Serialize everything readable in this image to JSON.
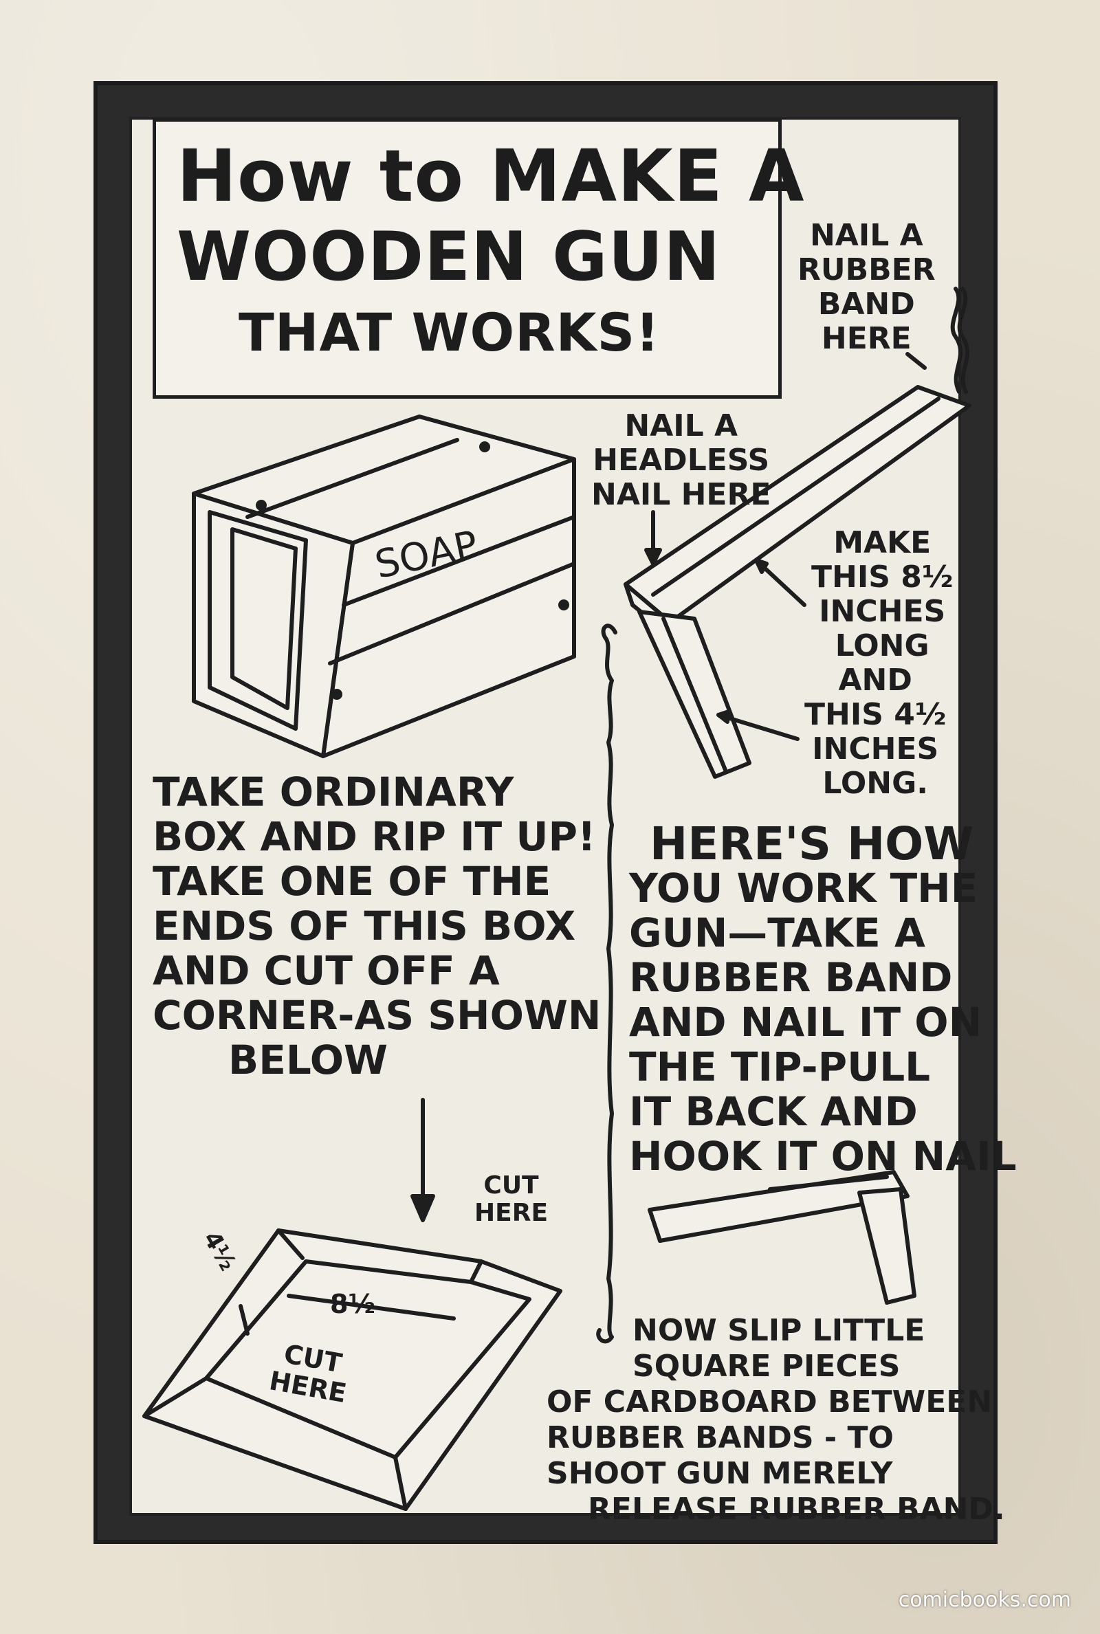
{
  "title": {
    "line1": "How to MAKE A",
    "line2": "WOODEN GUN",
    "line3": "THAT WORKS!"
  },
  "notes": {
    "rubber_band": [
      "NAIL A",
      "RUBBER",
      "BAND",
      "HERE"
    ],
    "headless_nail": [
      "NAIL A",
      "HEADLESS",
      "NAIL HERE"
    ],
    "make_long": [
      "MAKE",
      "THIS 8½",
      "INCHES",
      "LONG"
    ],
    "and_short": [
      "AND",
      "THIS 4½",
      "INCHES",
      "LONG."
    ],
    "box_label": "SOAP",
    "cut_here_top": [
      "CUT",
      "HERE"
    ],
    "cut_here_bottom": [
      "CUT",
      "HERE"
    ],
    "dim_long": "8½",
    "dim_short": "4½"
  },
  "instructions_left": [
    "TAKE    ORDINARY",
    "BOX AND RIP IT UP!",
    "TAKE ONE OF THE",
    "ENDS OF THIS BOX",
    "AND CUT OFF A",
    "CORNER-AS SHOWN",
    "BELOW"
  ],
  "instructions_right": [
    "HERE'S HOW",
    "YOU WORK THE",
    "GUN—TAKE A",
    "RUBBER BAND",
    "AND NAIL IT ON",
    "THE TIP-PULL",
    "IT BACK AND",
    "HOOK IT ON NAIL"
  ],
  "final_note": [
    "NOW SLIP LITTLE",
    "SQUARE PIECES",
    "OF CARDBOARD BETWEEN",
    "RUBBER BANDS - TO",
    "SHOOT GUN MERELY",
    "RELEASE RUBBER BAND."
  ],
  "watermark": "comicbooks.com"
}
